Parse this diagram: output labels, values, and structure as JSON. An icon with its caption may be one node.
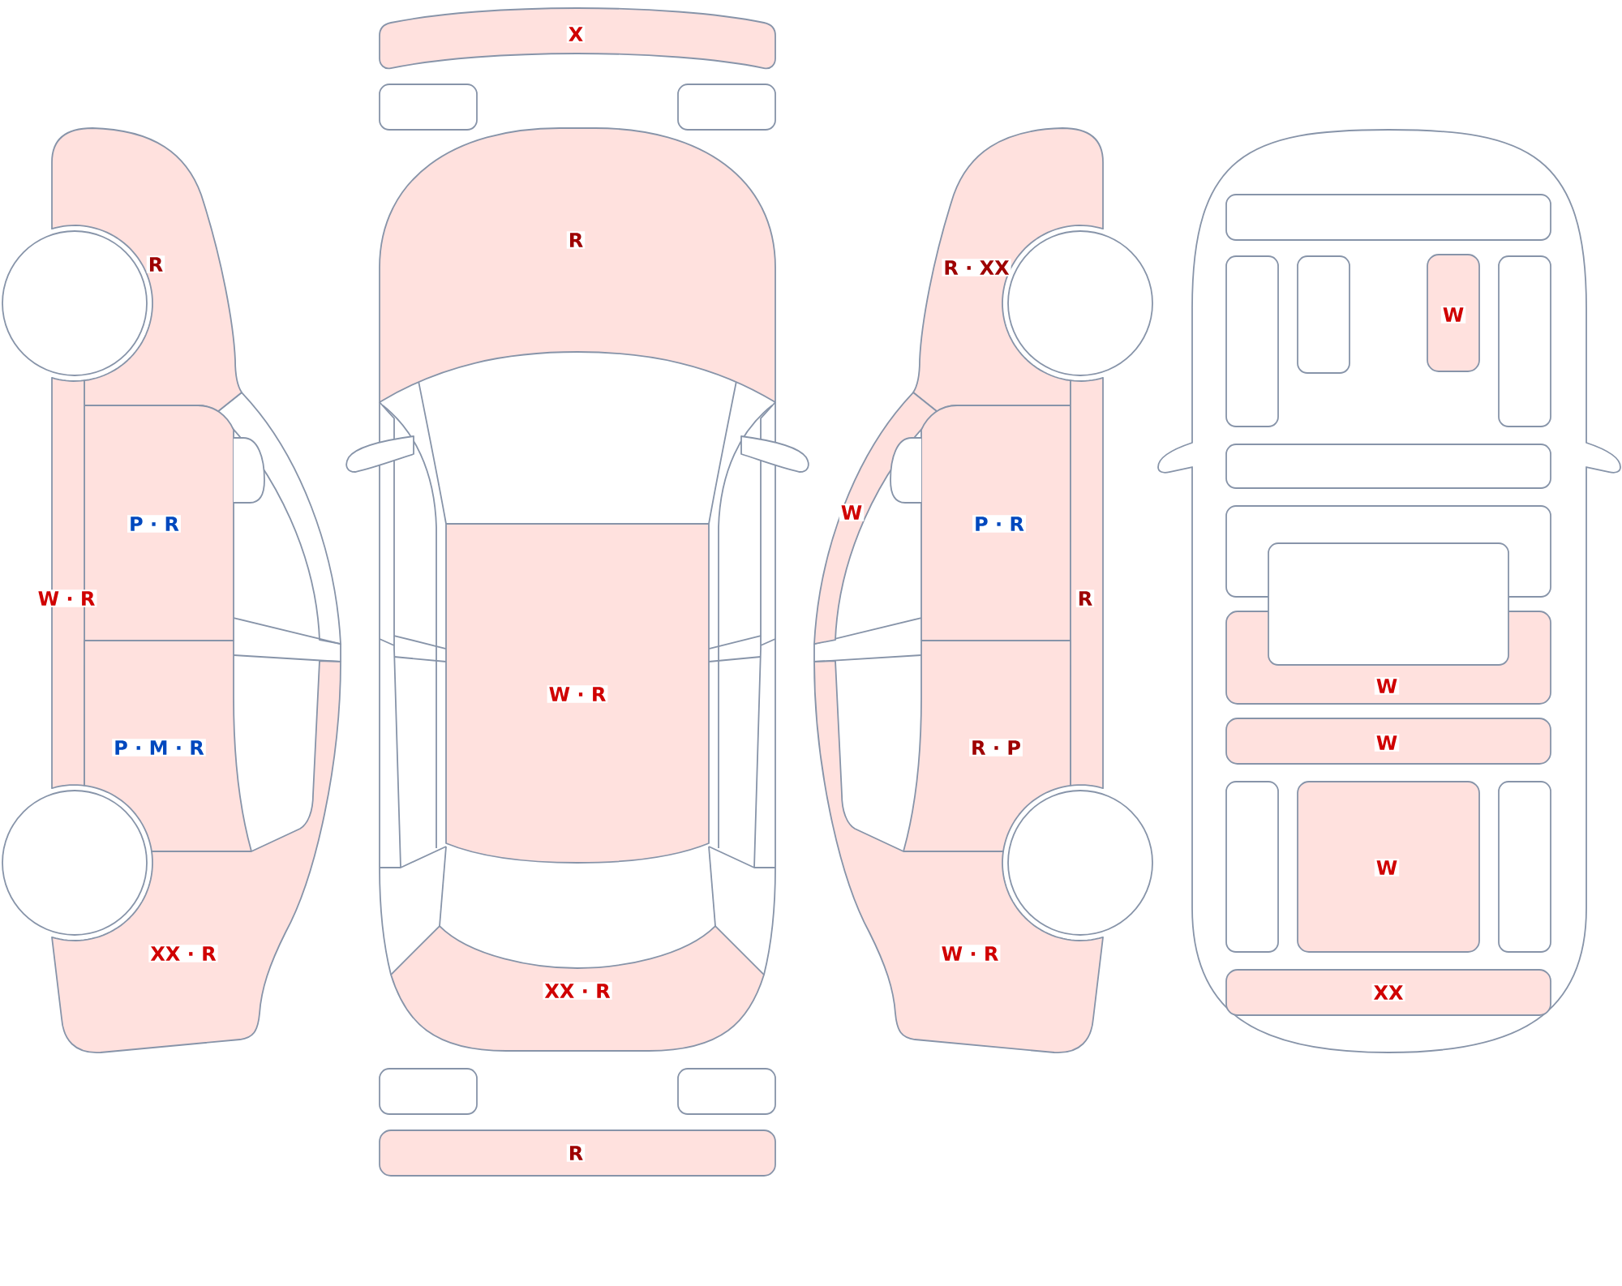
{
  "diagram": {
    "nodes": [
      {
        "text": [
          "R"
        ]
      },
      {
        "text": [
          "P · R"
        ]
      },
      {
        "text": [
          "W · R"
        ]
      },
      {
        "text": [
          "P · M · R"
        ]
      },
      {
        "text": [
          "XX · R"
        ]
      },
      {
        "text": [
          "X"
        ]
      },
      {
        "text": [],
        "shape": "box"
      },
      {
        "text": [],
        "shape": "box"
      },
      {
        "text": [
          "R"
        ]
      },
      {
        "text": [
          "W · R"
        ]
      },
      {
        "text": [
          "XX · R"
        ]
      },
      {
        "text": [],
        "shape": "box"
      },
      {
        "text": [],
        "shape": "box"
      },
      {
        "text": [
          "R"
        ]
      },
      {
        "text": [
          "R · XX"
        ]
      },
      {
        "text": [
          "W"
        ]
      },
      {
        "text": [
          "P · R"
        ]
      },
      {
        "text": [
          "R"
        ]
      },
      {
        "text": [
          "R · P"
        ]
      },
      {
        "text": [
          "W · R"
        ]
      },
      {
        "text": [],
        "shape": "box"
      },
      {
        "text": [],
        "shape": "box"
      },
      {
        "text": [],
        "shape": "box"
      },
      {
        "text": [
          "W"
        ]
      },
      {
        "text": [],
        "shape": "box"
      },
      {
        "text": [],
        "shape": "box"
      },
      {
        "text": [],
        "shape": "box"
      },
      {
        "text": [
          "W"
        ]
      },
      {
        "text": [],
        "shape": "box"
      },
      {
        "text": [
          "W"
        ]
      },
      {
        "text": [],
        "shape": "box"
      },
      {
        "text": [
          "W"
        ]
      },
      {
        "text": [],
        "shape": "box"
      },
      {
        "text": [
          "XX"
        ]
      }
    ]
  }
}
